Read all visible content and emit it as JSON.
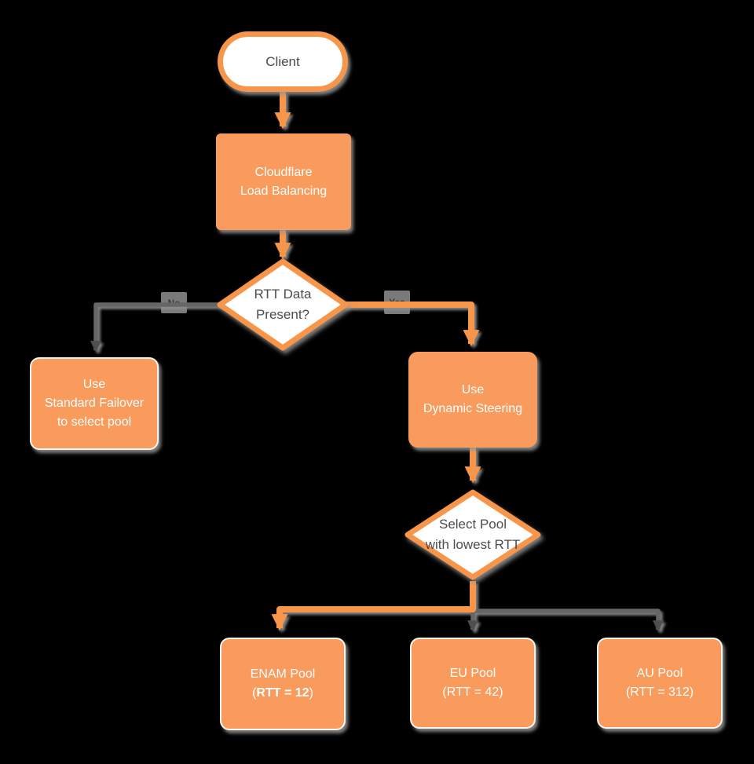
{
  "colors": {
    "background": "#000000",
    "orange": "#F89B5C",
    "orange_stroke": "#F7964A",
    "white_node_fill": "#FFFFFF",
    "dark_text": "#4A4A4A",
    "white_text": "#FFFFFF",
    "gray_connector": "#666666",
    "dark_arrowhead": "#4F4F4F",
    "shadow_gray": "#969696",
    "edge_label_bg": "#7A7A7A",
    "edge_label_text": "#3C3C3C"
  },
  "nodes": {
    "client": {
      "label": "Client"
    },
    "load_balancing": {
      "line1": "Cloudflare",
      "line2": "Load Balancing"
    },
    "rtt_decision": {
      "line1": "RTT Data",
      "line2": "Present?"
    },
    "standard_failover": {
      "line1": "Use",
      "line2": "Standard Failover",
      "line3": "to select pool"
    },
    "dynamic_steering": {
      "line1": "Use",
      "line2": "Dynamic Steering"
    },
    "select_pool": {
      "line1": "Select Pool",
      "line2": "with lowest RTT"
    },
    "enam_pool": {
      "line1": "ENAM Pool",
      "line2_open": "(",
      "line2_bold": "RTT = 12",
      "line2_close": ")"
    },
    "eu_pool": {
      "line1": "EU Pool",
      "line2": "(RTT = 42)"
    },
    "au_pool": {
      "line1": "AU Pool",
      "line2": "(RTT = 312)"
    }
  },
  "edge_labels": {
    "no": "No",
    "yes": "Yes"
  }
}
